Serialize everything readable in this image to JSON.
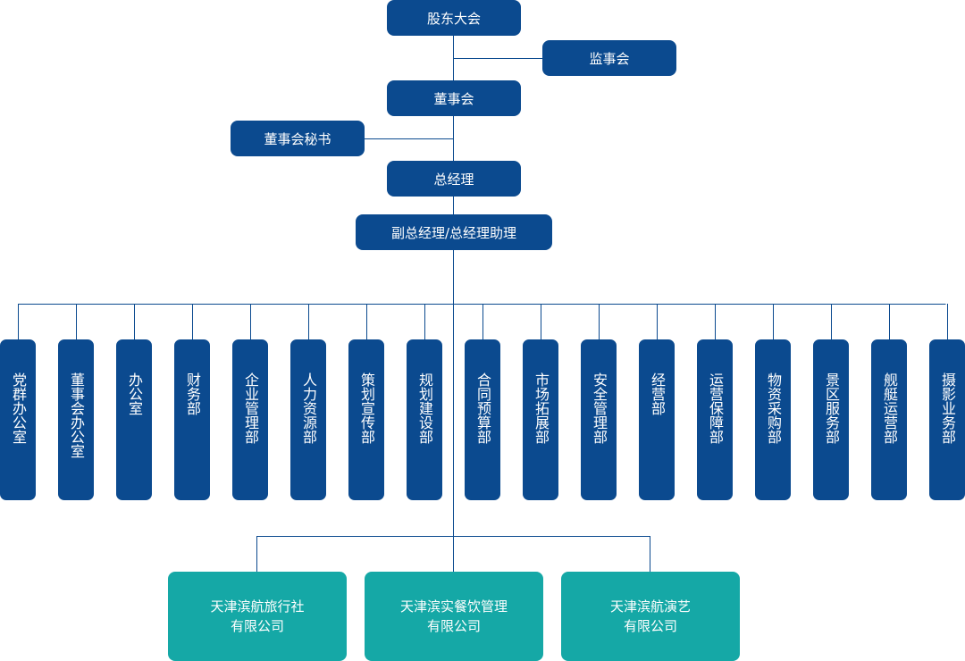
{
  "top_nodes": {
    "shareholders": "股东大会",
    "supervisors": "监事会",
    "board": "董事会",
    "board_secretary": "董事会秘书",
    "general_manager": "总经理",
    "deputy_gm": "副总经理/总经理助理"
  },
  "departments": [
    "党群办公室",
    "董事会办公室",
    "办公室",
    "财务部",
    "企业管理部",
    "人力资源部",
    "策划宣传部",
    "规划建设部",
    "合同预算部",
    "市场拓展部",
    "安全管理部",
    "经营部",
    "运营保障部",
    "物资采购部",
    "景区服务部",
    "舰艇运营部",
    "摄影业务部"
  ],
  "subsidiaries": [
    {
      "line1": "天津滨航旅行社",
      "line2": "有限公司"
    },
    {
      "line1": "天津滨实餐饮管理",
      "line2": "有限公司"
    },
    {
      "line1": "天津滨航演艺",
      "line2": "有限公司"
    }
  ],
  "colors": {
    "node": "#0b4a8f",
    "subsidiary": "#15a8a6",
    "connector": "#0b4a8f"
  }
}
